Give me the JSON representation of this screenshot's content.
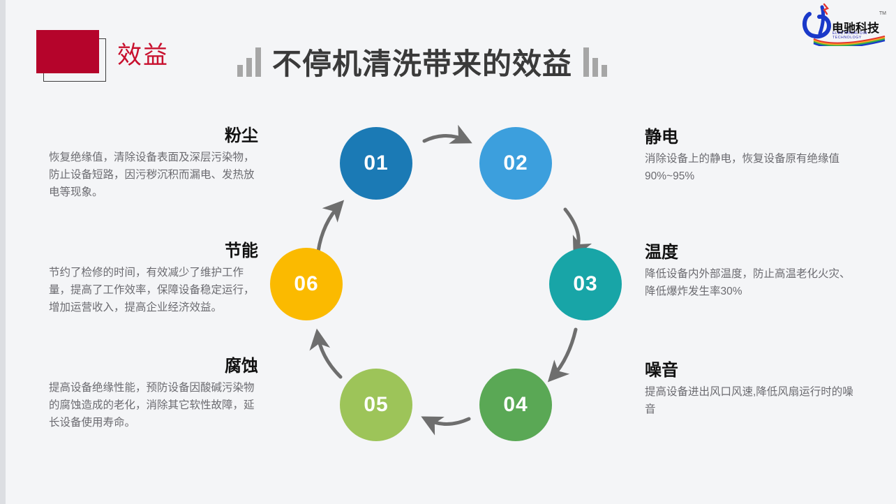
{
  "header": {
    "badge_label": "效益",
    "badge_color": "#b5042b",
    "badge_text_color": "#c8102e",
    "title": "不停机清洗带来的效益",
    "title_color": "#3a3a3a"
  },
  "logo": {
    "cn_name": "电驰科技",
    "en_name": "ELECTRICAL DIH TECHNOLOGY",
    "trademark": "TM"
  },
  "diagram": {
    "nodes": [
      {
        "number": "01",
        "color": "#1b7ab5",
        "topic": "粉尘"
      },
      {
        "number": "02",
        "color": "#3c9fdd",
        "topic": "静电"
      },
      {
        "number": "03",
        "color": "#18a5a7",
        "topic": "温度"
      },
      {
        "number": "04",
        "color": "#5aa855",
        "topic": "噪音"
      },
      {
        "number": "05",
        "color": "#9dc459",
        "topic": "腐蚀"
      },
      {
        "number": "06",
        "color": "#fbba00",
        "topic": "节能"
      }
    ]
  },
  "blocks": {
    "dust": {
      "heading": "粉尘",
      "body": "恢复绝缘值，清除设备表面及深层污染物，防止设备短路，因污秽沉积而漏电、发热放电等现象。"
    },
    "energy": {
      "heading": "节能",
      "body": "节约了检修的时间，有效减少了维护工作量，提高了工作效率，保障设备稳定运行，增加运营收入，提高企业经济效益。"
    },
    "corrosion": {
      "heading": "腐蚀",
      "body": "提高设备绝缘性能，预防设备因酸碱污染物的腐蚀造成的老化，消除其它软性故障，延长设备使用寿命。"
    },
    "static": {
      "heading": "静电",
      "body": "消除设备上的静电，恢复设备原有绝缘值90%~95%"
    },
    "temperature": {
      "heading": "温度",
      "body": "降低设备内外部温度，防止高温老化火灾、降低爆炸发生率30%"
    },
    "noise": {
      "heading": "噪音",
      "body": "提高设备进出风口风速,降低风扇运行时的噪音"
    }
  }
}
